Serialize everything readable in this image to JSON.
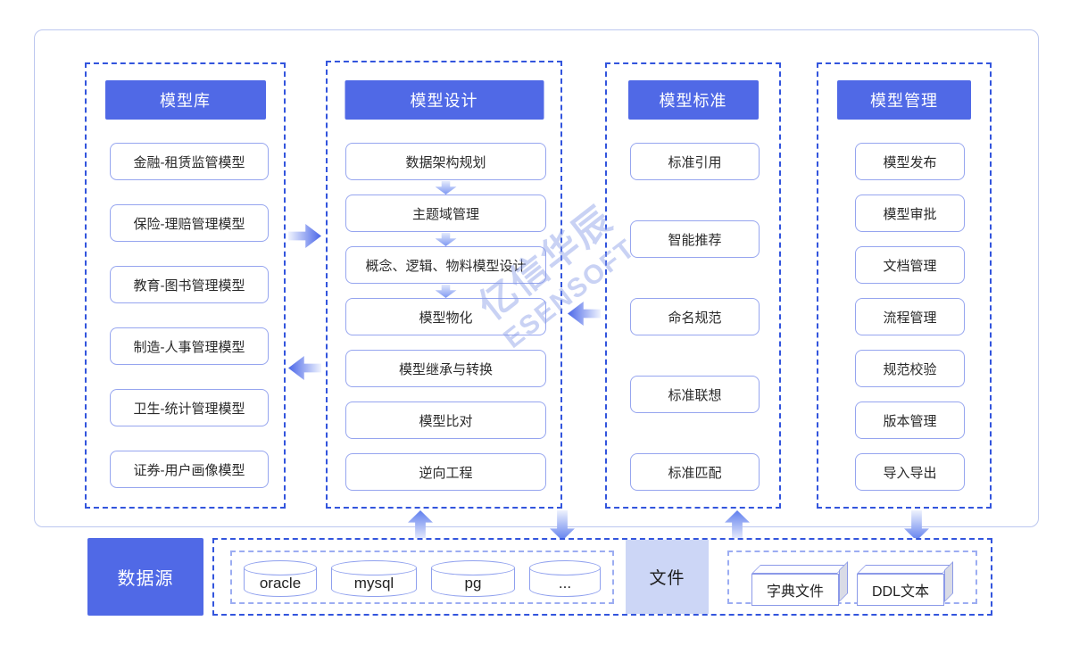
{
  "watermark": {
    "line1": "亿信华辰",
    "line2": "ESENSOFT"
  },
  "columns": [
    {
      "title": "模型库",
      "items": [
        "金融-租赁监管模型",
        "保险-理赔管理模型",
        "教育-图书管理模型",
        "制造-人事管理模型",
        "卫生-统计管理模型",
        "证券-用户画像模型"
      ]
    },
    {
      "title": "模型设计",
      "items": [
        "数据架构规划",
        "主题域管理",
        "概念、逻辑、物料模型设计",
        "模型物化",
        "模型继承与转换",
        "模型比对",
        "逆向工程"
      ]
    },
    {
      "title": "模型标准",
      "items": [
        "标准引用",
        "智能推荐",
        "命名规范",
        "标准联想",
        "标准匹配"
      ]
    },
    {
      "title": "模型管理",
      "items": [
        "模型发布",
        "模型审批",
        "文档管理",
        "流程管理",
        "规范校验",
        "版本管理",
        "导入导出"
      ]
    }
  ],
  "bottom": {
    "datasource_label": "数据源",
    "databases": [
      "oracle",
      "mysql",
      "pg",
      "..."
    ],
    "file_label": "文件",
    "file_types": [
      "字典文件",
      "DDL文本"
    ]
  },
  "colors": {
    "accent_blue": "#5069e6",
    "dashed_border": "#3355dd",
    "item_border": "#96a5ef",
    "inner_dashed_border": "#9cadf2",
    "file_bg": "#ccd6f6",
    "panel_border": "#bcc7ef",
    "watermark": "#889ce6"
  }
}
